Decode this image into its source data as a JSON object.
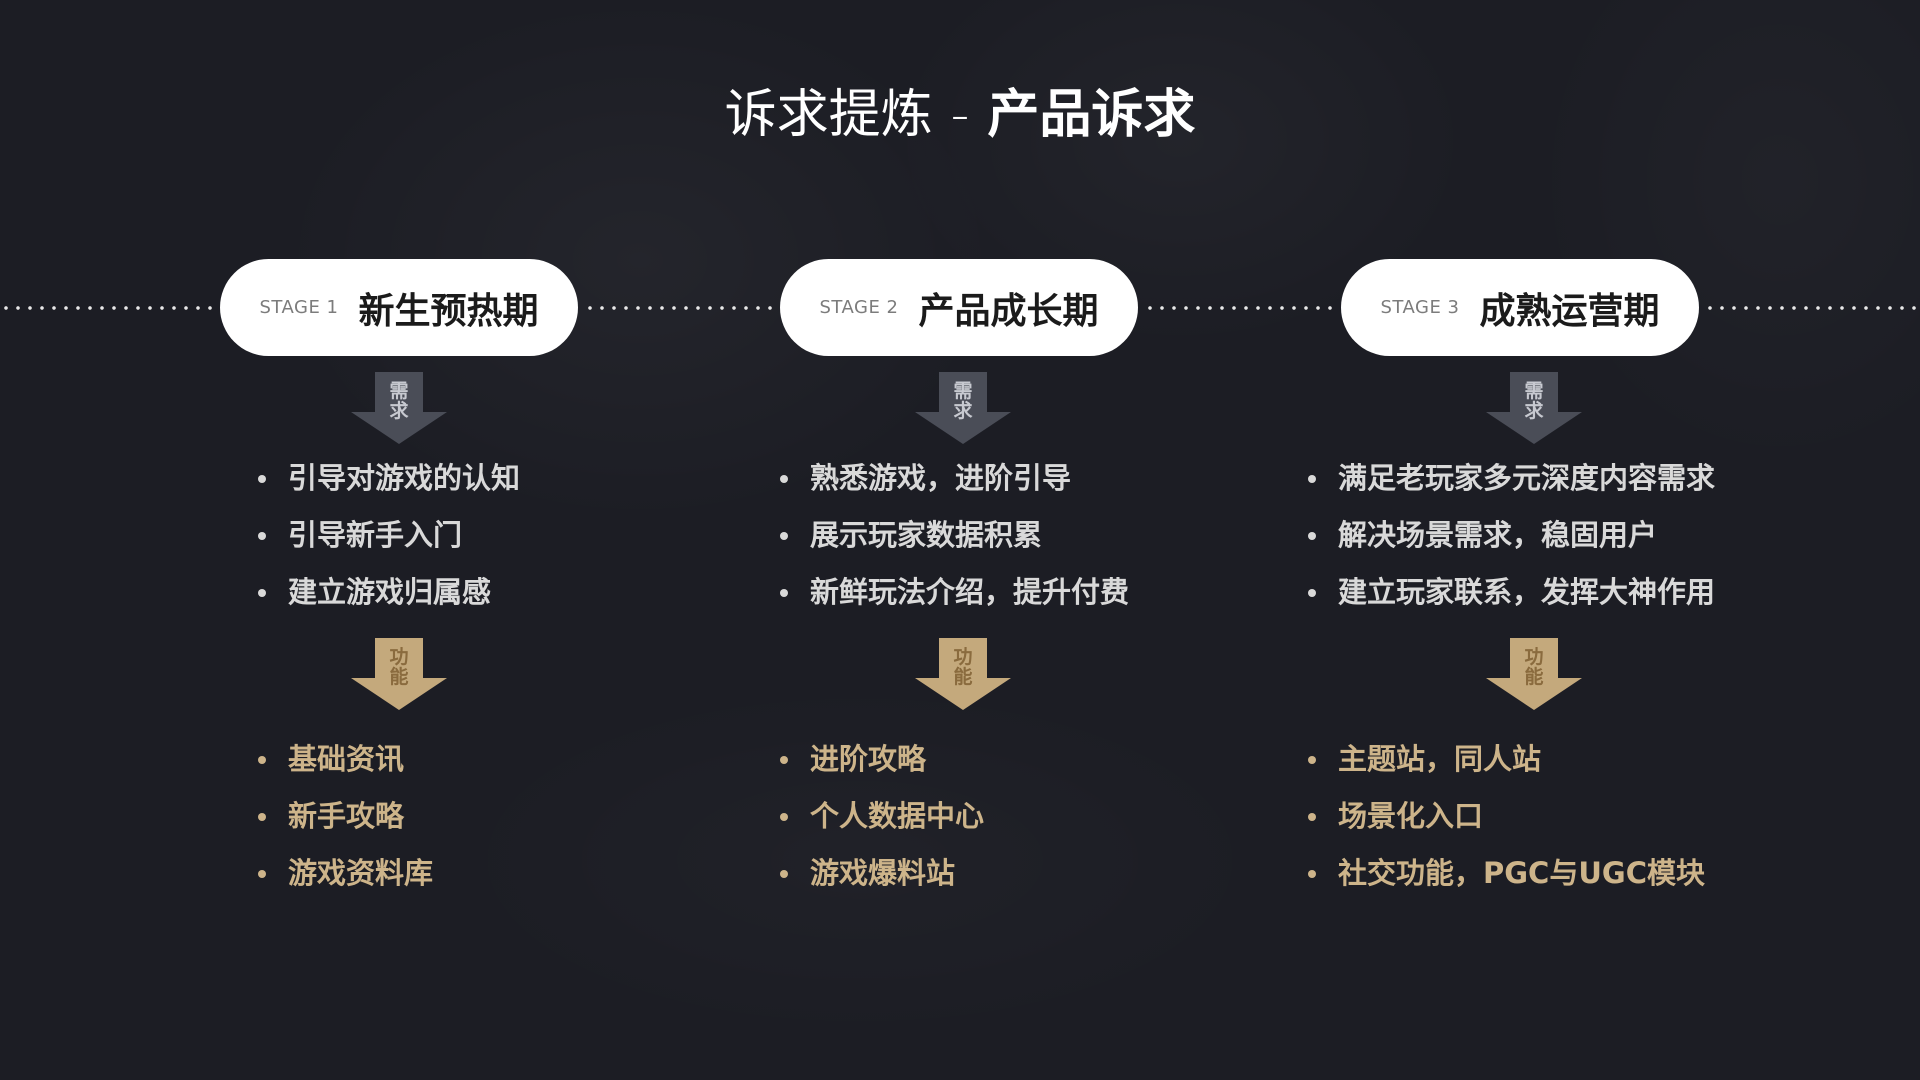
{
  "title": {
    "light": "诉求提炼",
    "separator": "-",
    "bold": "产品诉求"
  },
  "arrow_labels": {
    "need": [
      "需",
      "求"
    ],
    "function": [
      "功",
      "能"
    ]
  },
  "colors": {
    "background": "#1c1d24",
    "need_text": "#d9d9d9",
    "function_text": "#cdb48a",
    "need_arrow": "#4a4d57",
    "function_arrow": "#c4a97c"
  },
  "stages": [
    {
      "label": "STAGE 1",
      "name": "新生预热期",
      "needs": [
        "引导对游戏的认知",
        "引导新手入门",
        "建立游戏归属感"
      ],
      "functions": [
        "基础资讯",
        "新手攻略",
        "游戏资料库"
      ]
    },
    {
      "label": "STAGE 2",
      "name": "产品成长期",
      "needs": [
        "熟悉游戏，进阶引导",
        "展示玩家数据积累",
        "新鲜玩法介绍，提升付费"
      ],
      "functions": [
        "进阶攻略",
        "个人数据中心",
        "游戏爆料站"
      ]
    },
    {
      "label": "STAGE 3",
      "name": "成熟运营期",
      "needs": [
        "满足老玩家多元深度内容需求",
        "解决场景需求，稳固用户",
        "建立玩家联系，发挥大神作用"
      ],
      "functions": [
        "主题站，同人站",
        "场景化入口",
        "社交功能，PGC与UGC模块"
      ]
    }
  ]
}
